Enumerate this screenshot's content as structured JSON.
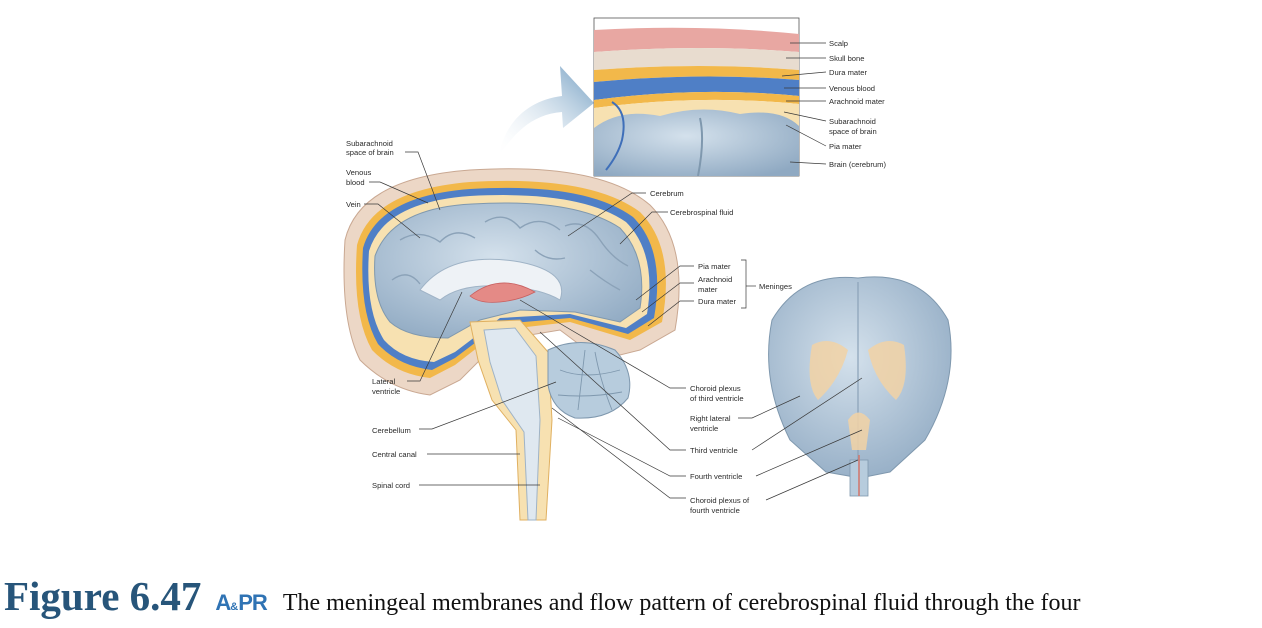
{
  "inset_labels": {
    "scalp": "Scalp",
    "skull_bone": "Skull bone",
    "dura_mater": "Dura mater",
    "venous_blood": "Venous blood",
    "arachnoid_mater": "Arachnoid mater",
    "subarachnoid_1": "Subarachnoid",
    "subarachnoid_2": "space of brain",
    "pia_mater": "Pia mater",
    "brain": "Brain (cerebrum)"
  },
  "left_labels": {
    "subarachnoid_1": "Subarachnoid",
    "subarachnoid_2": "space of brain",
    "venous_1": "Venous",
    "venous_2": "blood",
    "vein": "Vein",
    "lateral_1": "Lateral",
    "lateral_2": "ventricle",
    "cerebellum": "Cerebellum",
    "central_canal": "Central canal",
    "spinal_cord": "Spinal cord"
  },
  "right_labels": {
    "cerebrum": "Cerebrum",
    "csf": "Cerebrospinal fluid",
    "pia_mater": "Pia mater",
    "arachnoid_1": "Arachnoid",
    "arachnoid_2": "mater",
    "dura_mater": "Dura mater",
    "meninges": "Meninges",
    "choroid3_1": "Choroid plexus",
    "choroid3_2": "of third ventricle",
    "right_lateral_1": "Right lateral",
    "right_lateral_2": "ventricle",
    "third_ventricle": "Third ventricle",
    "fourth_ventricle": "Fourth ventricle",
    "choroid4_1": "Choroid plexus of",
    "choroid4_2": "fourth ventricle"
  },
  "caption": {
    "figure_number": "Figure 6.47",
    "badge_a": "A",
    "badge_amp": "&",
    "badge_pr": "PR",
    "text": "The meningeal membranes and flow pattern of cerebrospinal fluid through the four"
  },
  "colors": {
    "skin": "#e8a8a0",
    "bone": "#e9d8c6",
    "dura": "#f2b84a",
    "venous": "#4f7fc6",
    "csf": "#f8e4b4",
    "brain": "#b7ccdd",
    "caption_heading": "#27557a"
  }
}
